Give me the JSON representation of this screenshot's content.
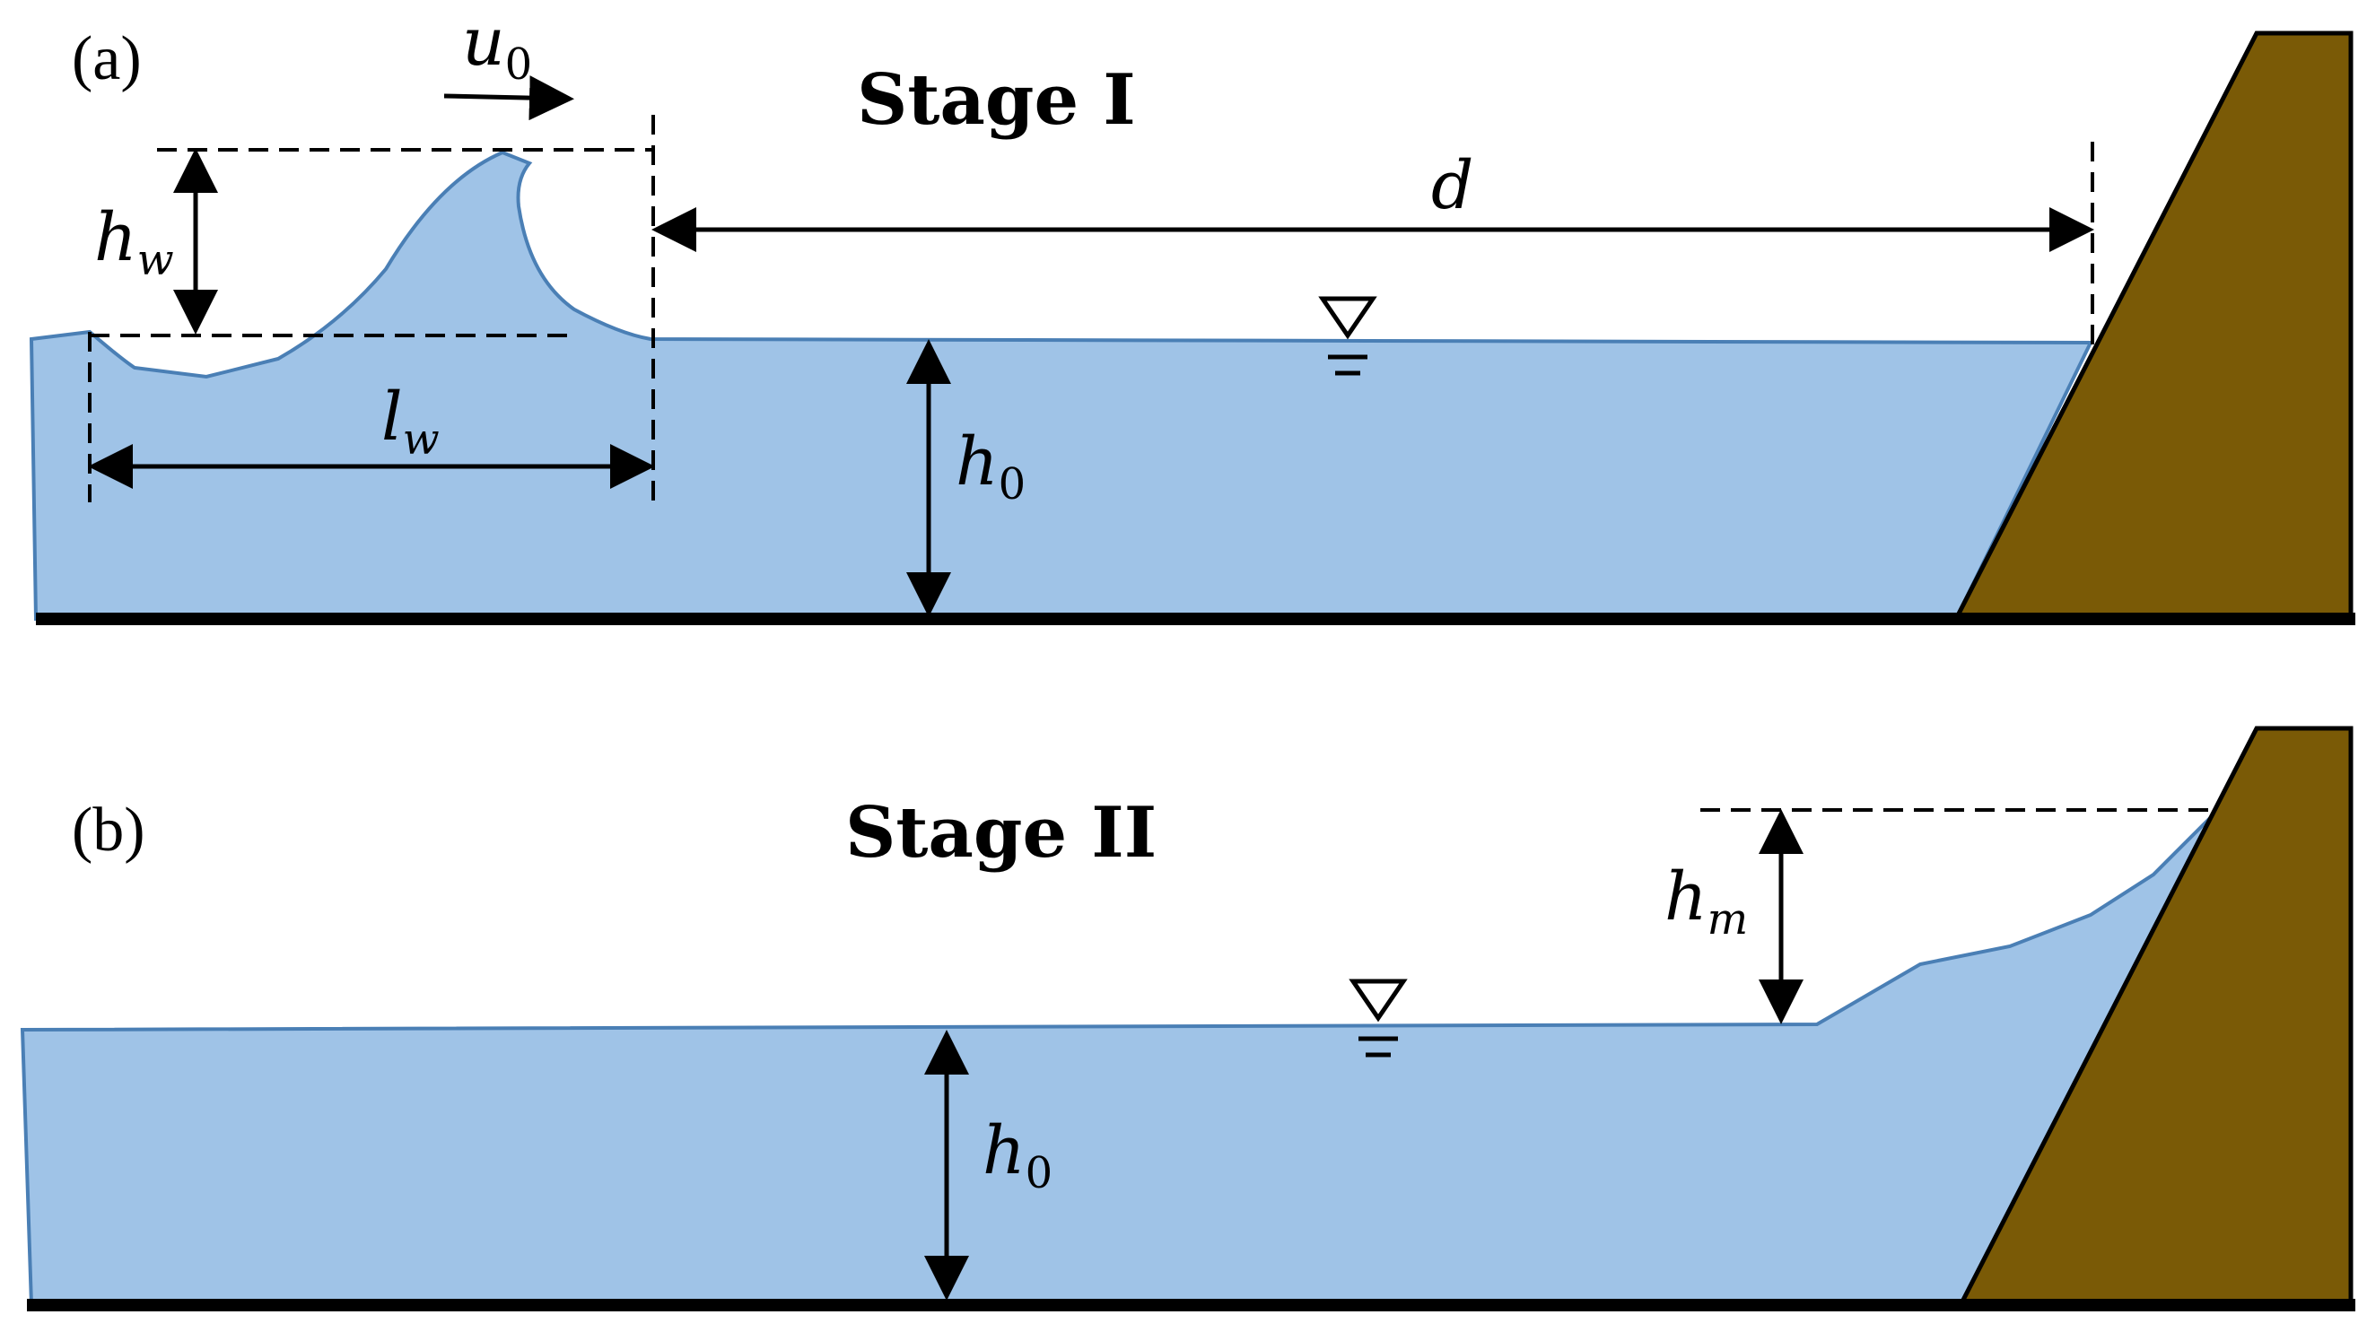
{
  "panel_a": {
    "label": "(a)",
    "title": "Stage I",
    "symbols": {
      "u0_main": "u",
      "u0_sub": "0",
      "hw_main": "h",
      "hw_sub": "w",
      "lw_main": "l",
      "lw_sub": "w",
      "d": "d",
      "h0_main": "h",
      "h0_sub": "0"
    }
  },
  "panel_b": {
    "label": "(b)",
    "title": "Stage II",
    "symbols": {
      "hm_main": "h",
      "hm_sub": "m",
      "h0_main": "h",
      "h0_sub": "0"
    }
  },
  "colors": {
    "water": "#9fc3e7",
    "water_outline": "#4a7fb5",
    "wall": "#7a5a06",
    "bed": "#000000"
  }
}
